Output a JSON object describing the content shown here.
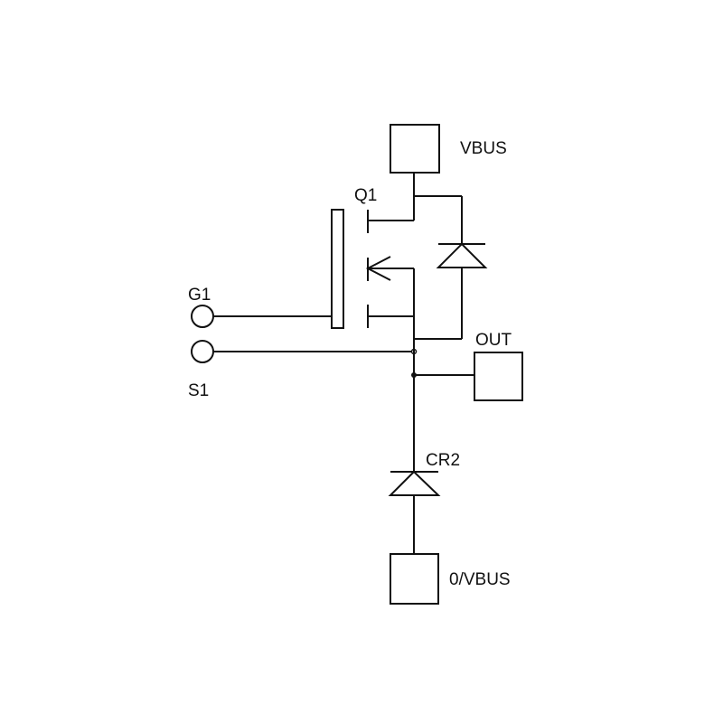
{
  "diagram": {
    "type": "circuit-schematic",
    "labels": {
      "vbus": "VBUS",
      "q1": "Q1",
      "g1": "G1",
      "s1": "S1",
      "out": "OUT",
      "cr2": "CR2",
      "zero_vbus": "0/VBUS"
    },
    "colors": {
      "line": "#111111",
      "background": "#ffffff"
    }
  }
}
